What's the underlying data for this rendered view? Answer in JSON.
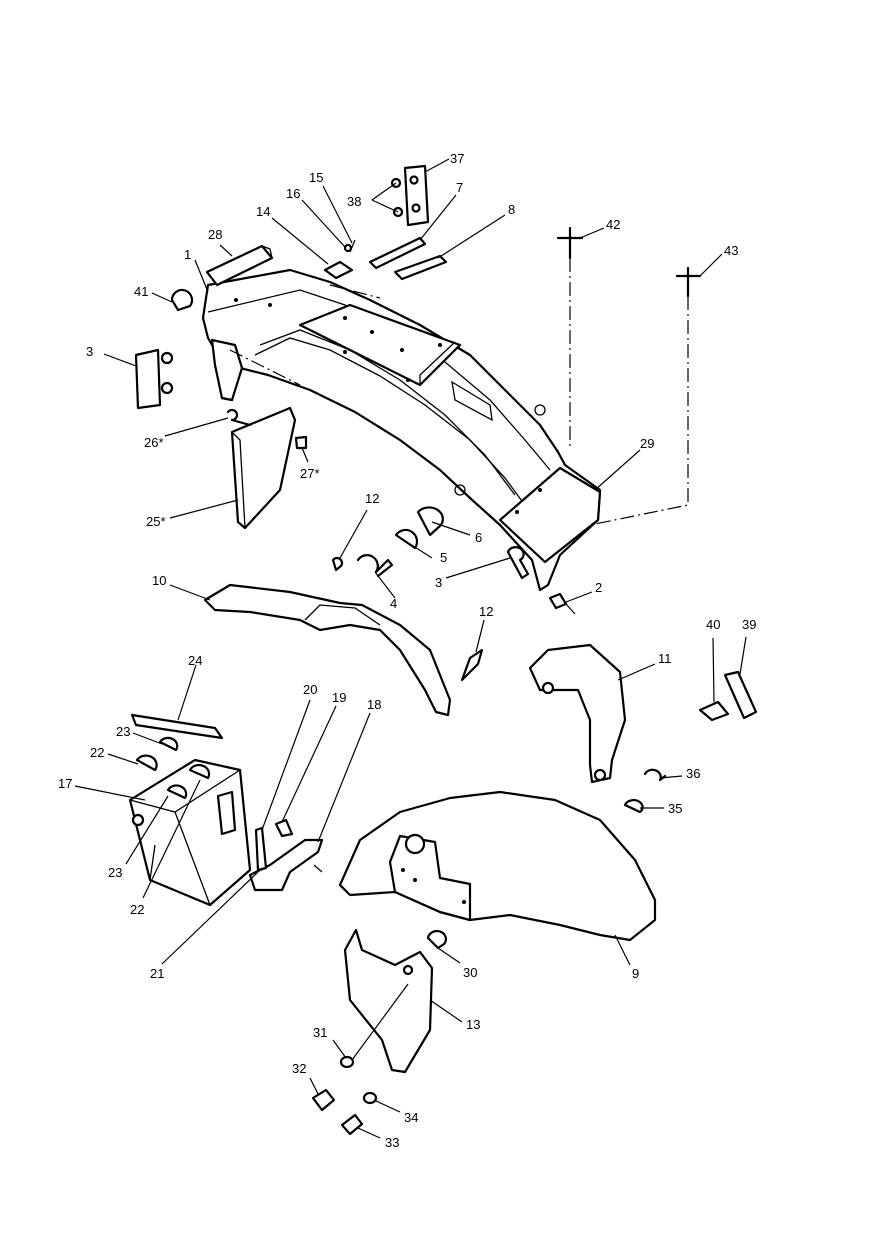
{
  "callouts": {
    "c1": "1",
    "c2": "2",
    "c3a": "3",
    "c3b": "3",
    "c4": "4",
    "c5": "5",
    "c6": "6",
    "c7": "7",
    "c8": "8",
    "c9": "9",
    "c10": "10",
    "c11": "11",
    "c12a": "12",
    "c12b": "12",
    "c13": "13",
    "c14": "14",
    "c15": "15",
    "c16": "16",
    "c17": "17",
    "c18": "18",
    "c19": "19",
    "c20": "20",
    "c21": "21",
    "c22a": "22",
    "c22b": "22",
    "c23a": "23",
    "c23b": "23",
    "c24": "24",
    "c25": "25*",
    "c26": "26*",
    "c27": "27*",
    "c28": "28",
    "c29": "29",
    "c30": "30",
    "c31": "31",
    "c32": "32",
    "c33": "33",
    "c34": "34",
    "c35": "35",
    "c36": "36",
    "c37": "37",
    "c38": "38",
    "c39": "39",
    "c40": "40",
    "c41": "41",
    "c42": "42",
    "c43": "43"
  }
}
